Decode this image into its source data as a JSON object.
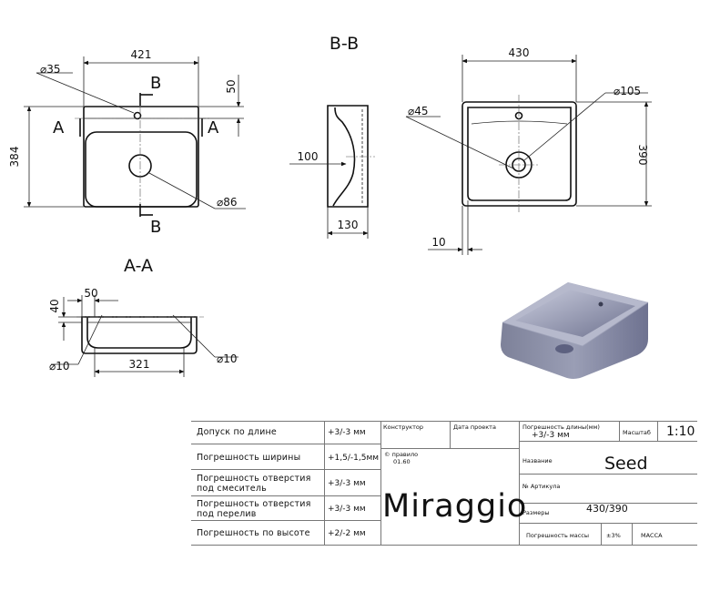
{
  "drawing": {
    "top_view": {
      "width": "421",
      "depth": "384",
      "offset": "50",
      "tap_hole_dia": "⌀35",
      "drain_dia": "⌀86",
      "cut_b": "B",
      "cut_a": "A"
    },
    "side_view": {
      "depth": "100",
      "height": "130"
    },
    "section_bb": {
      "title": "B-B",
      "width": "430",
      "height": "390",
      "drain_dia": "⌀105",
      "tap_hole_dia": "⌀45",
      "wall": "10"
    },
    "section_aa": {
      "title": "A-A",
      "depth": "40",
      "offset": "50",
      "inner_width": "321",
      "radius_left": "⌀10",
      "radius_right": "⌀10"
    },
    "render_color": "#8b8fa6"
  },
  "title_block": {
    "rows": [
      {
        "label": "Допуск по длине",
        "value": "+3/-3 мм"
      },
      {
        "label": "Погрешность ширины",
        "value": "+1,5/-1,5мм"
      },
      {
        "label_line1": "Погрешность отверстия",
        "label_line2": "под смеситель",
        "value": "+3/-3 мм"
      },
      {
        "label_line1": "Погрешность отверстия",
        "label_line2": "под перелив",
        "value": "+3/-3 мм"
      },
      {
        "label": "Погрешность по высоте",
        "value": "+2/-2 мм"
      }
    ],
    "constructor_label": "Конструктор",
    "project_date_label": "Дата проекта",
    "copyright_line1": "© правило",
    "copyright_line2": "01.60",
    "brand": "Miraggio",
    "size_tolerance_label": "Погрешность длины(мм)",
    "size_tolerance_value": "+3/-3 мм",
    "scale_label": "Масштаб",
    "scale_value": "1:10",
    "name_label": "Название",
    "name_value": "Seed",
    "article_label": "№ Артикула",
    "dims_label": "Размеры",
    "dims_value": "430/390",
    "mass_tolerance_label": "Погрешность массы",
    "mass_tolerance_value": "±3%",
    "mass_label": "МАССА"
  }
}
